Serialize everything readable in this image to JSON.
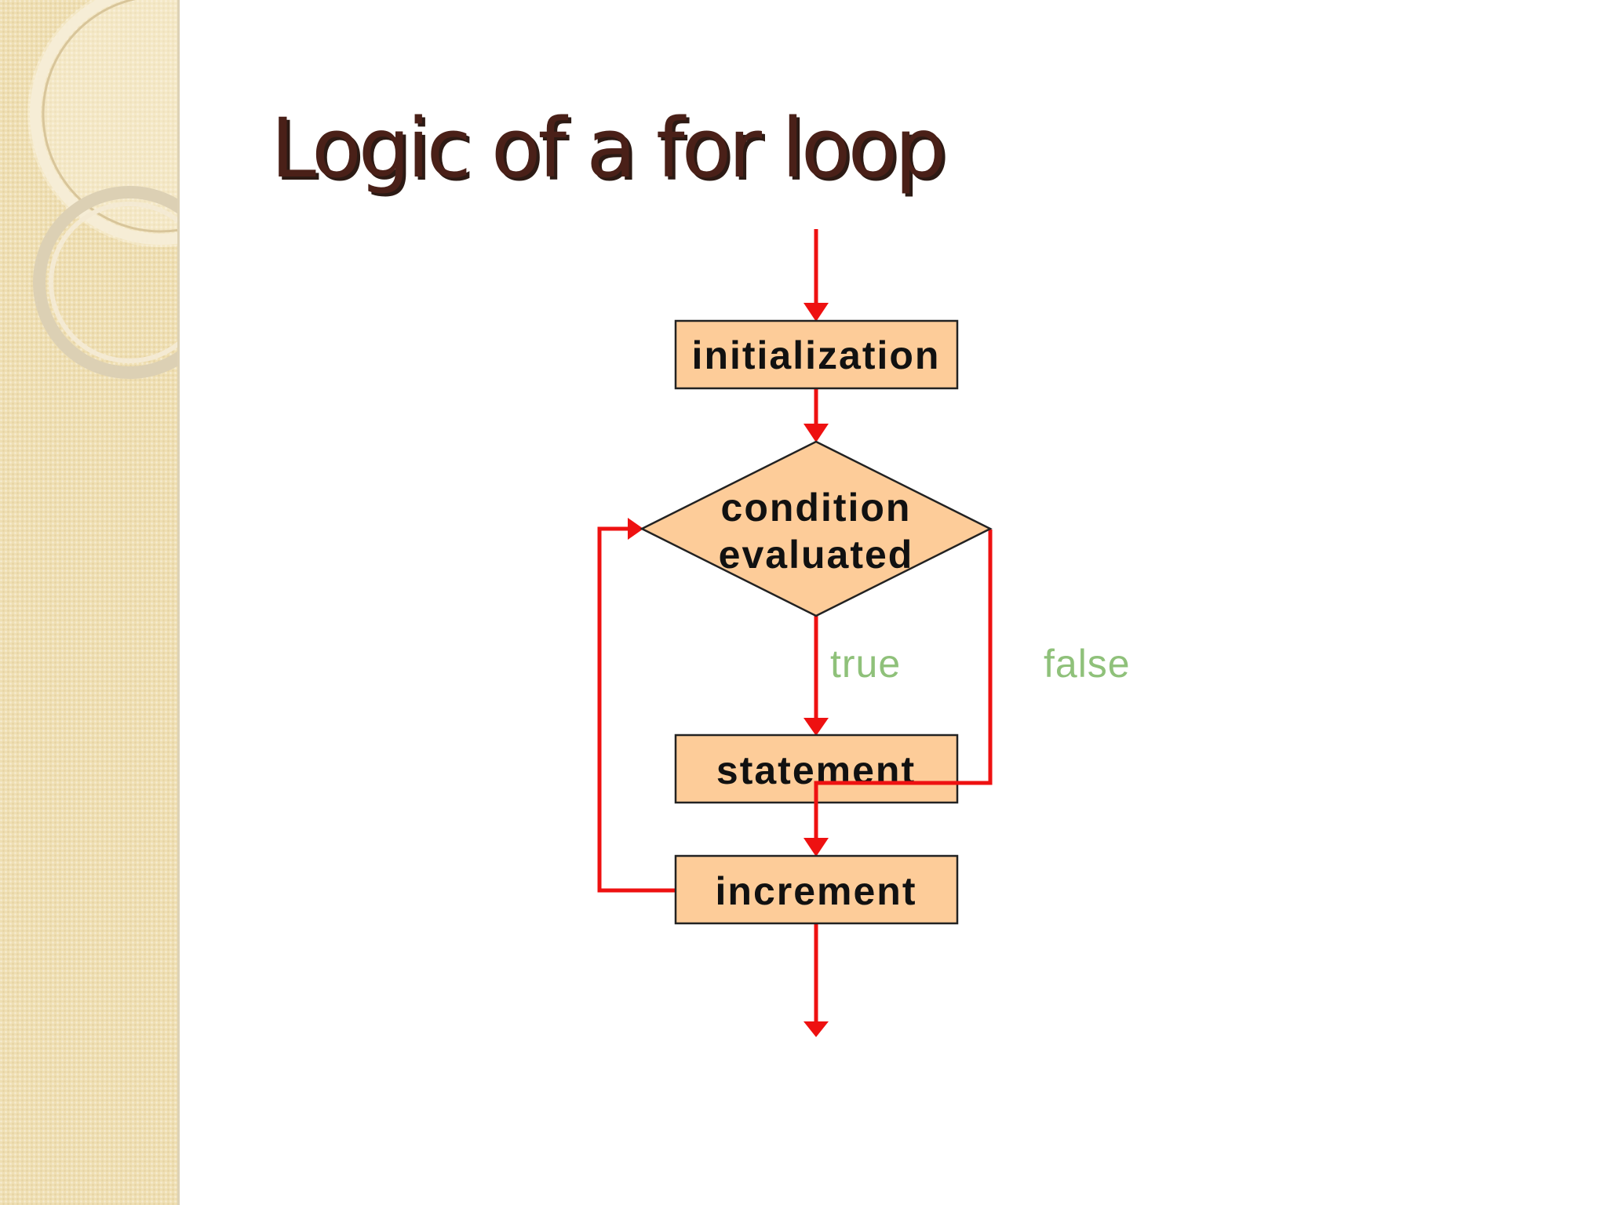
{
  "slide": {
    "title": "Logic of a for loop"
  },
  "diagram": {
    "nodes": {
      "initialization": "initialization",
      "condition_line1": "condition",
      "condition_line2": "evaluated",
      "statement": "statement",
      "increment": "increment"
    },
    "branches": {
      "true": "true",
      "false": "false"
    }
  },
  "colors": {
    "node_fill": "#fdcc99",
    "arrow": "#ee1111",
    "branch_label": "#8fc17a",
    "title": "#4a2018",
    "sidebar": "#efdfb3"
  }
}
